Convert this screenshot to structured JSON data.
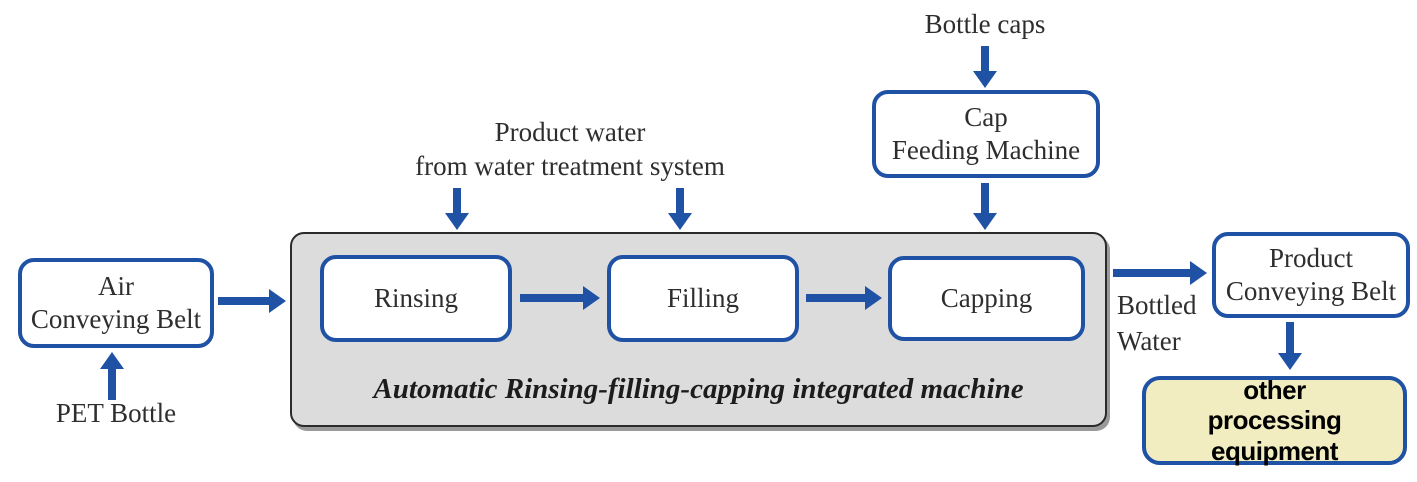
{
  "diagram": {
    "inputs": {
      "bottle_caps": "Bottle caps",
      "product_water_line1": "Product water",
      "product_water_line2": "from water treatment system",
      "pet_bottle": "PET Bottle"
    },
    "nodes": {
      "cap_feeding_machine": {
        "line1": "Cap",
        "line2": "Feeding Machine"
      },
      "air_conveying_belt": {
        "line1": "Air",
        "line2": "Conveying Belt"
      },
      "rinsing": "Rinsing",
      "filling": "Filling",
      "capping": "Capping",
      "product_conveying_belt": {
        "line1": "Product",
        "line2": "Conveying Belt"
      },
      "other_processing_equipment": {
        "line1": "other",
        "line2": "processing equipment"
      }
    },
    "machine_label": "Automatic Rinsing-filling-capping integrated machine",
    "edge_labels": {
      "bottled_water_line1": "Bottled",
      "bottled_water_line2": "Water"
    },
    "colors": {
      "accent_blue": "#1f51a4",
      "panel_gray": "#dcdcdc",
      "panel_border": "#2b2b2b",
      "highlight_yellow": "#f1edc1",
      "text_dark": "#2e2e2e"
    }
  }
}
